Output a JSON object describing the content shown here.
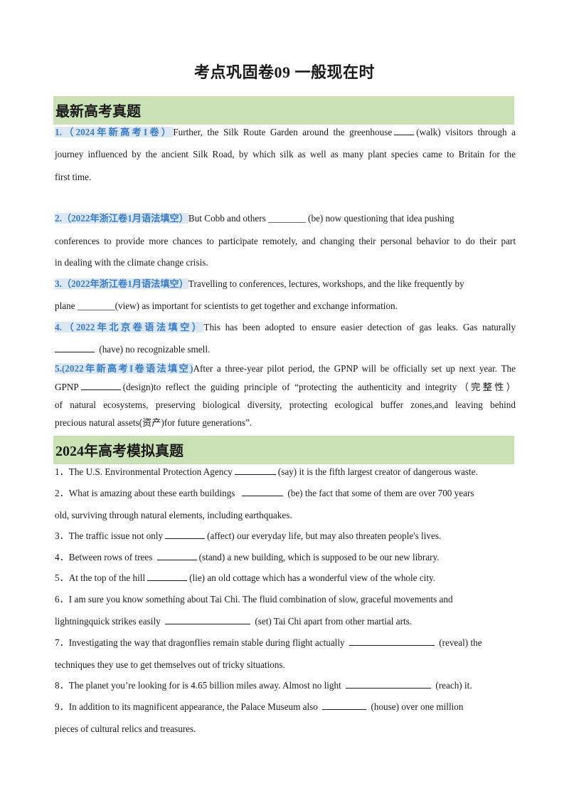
{
  "title": "考点巩固卷09  一般现在时",
  "sections": {
    "recent": "最新高考真题",
    "mock": "2024年高考模拟真题"
  },
  "recent": {
    "q1": {
      "source": "1.（2024年新高考I卷）",
      "l1a": "Further, the Silk Route Garden around the greenhouse",
      "l1b": "(walk) visitors through a",
      "l2": "journey influenced by the ancient Silk Road, by which silk as well as many plant species came to Britain for  the",
      "l3": "first time."
    },
    "q2": {
      "source": "2.（2022年浙江卷1月语法填空）",
      "l1": "But Cobb and others ________ (be) now questioning that idea pushing",
      "l2": "conferences to provide more chances to participate remotely, and changing  their personal behavior to do their part",
      "l3": "in dealing with the climate change crisis."
    },
    "q3": {
      "source": "3.（2022年浙江卷1月语法填空）",
      "l1": "Travelling to conferences, lectures, workshops, and the like frequently by",
      "l2": "plane ________(view) as important for scientists to get together and exchange information."
    },
    "q4": {
      "source": "4.（2022年北京卷语法填空）",
      "l1": "This has been adopted to ensure easier detection of gas leaks. Gas naturally",
      "l2": "(have) no recognizable smell."
    },
    "q5": {
      "source": "5.(2022年新高考I卷语法填空)",
      "l1": "After a three-year pilot period, the GPNP will be officially set up next year. The",
      "l2a": "GPNP",
      "l2b": "(design)to reflect the guiding principle of “protecting the authenticity and integrity（完整性）",
      "l3": "of natural ecosystems, preserving biological diversity, protecting ecological buffer zones,and  leaving behind",
      "l4": "precious natural assets(资产)for  future generations”."
    }
  },
  "mock": {
    "q1": {
      "a": "1．The U.S. Environmental Protection Agency",
      "b": "(say) it is the fifth largest creator of dangerous waste."
    },
    "q2": {
      "a": "2．What is amazing about these earth buildings",
      "b": "(be) the fact that some of them are over 700 years",
      "c": "old, surviving through natural elements, including earthquakes."
    },
    "q3": {
      "a": "3．The traffic issue not only",
      "b": "(affect) our everyday life, but may also threaten people's lives."
    },
    "q4": {
      "a": "4．Between rows of trees",
      "b": "(stand) a new building, which is supposed to be our new library."
    },
    "q5": {
      "a": "5．At the top of the hill",
      "b": "(lie) an old cottage which has a wonderful view of the whole city."
    },
    "q6": {
      "a": "6．I am sure you know something about Tai Chi. The fluid combination of slow, graceful movements and",
      "b": "lightningquick strikes easily",
      "c": "(set) Tai Chi apart from other martial arts."
    },
    "q7": {
      "a": "7．Investigating the way that dragonflies remain stable during flight actually",
      "b": "(reveal) the",
      "c": "techniques they use to get themselves out of tricky situations."
    },
    "q8": {
      "a": "8．The planet you’re looking for is 4.65 billion miles away. Almost no light",
      "b": "(reach) it."
    },
    "q9": {
      "a": "9．In addition to its magnificent appearance, the Palace Museum also",
      "b": "(house) over one million",
      "c": "pieces of cultural relics and treasures."
    }
  }
}
